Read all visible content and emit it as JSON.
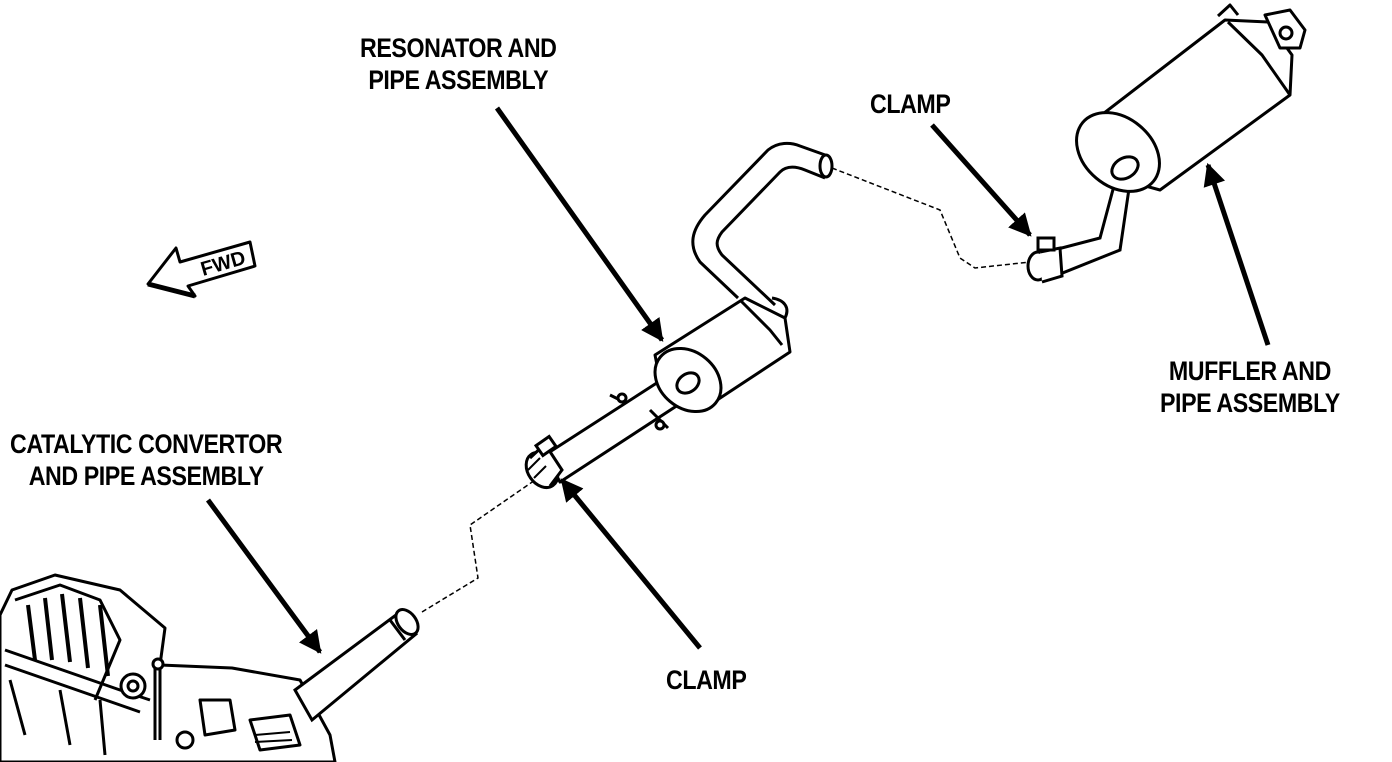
{
  "labels": {
    "resonator": {
      "line1": "RESONATOR AND",
      "line2": "PIPE ASSEMBLY"
    },
    "clamp_upper": "CLAMP",
    "muffler": {
      "line1": "MUFFLER AND",
      "line2": "PIPE ASSEMBLY"
    },
    "catalytic": {
      "line1": "CATALYTIC CONVERTOR",
      "line2": "AND PIPE ASSEMBLY"
    },
    "clamp_lower": "CLAMP",
    "fwd": "FWD"
  },
  "colors": {
    "line": "#000000",
    "fill": "#ffffff"
  }
}
